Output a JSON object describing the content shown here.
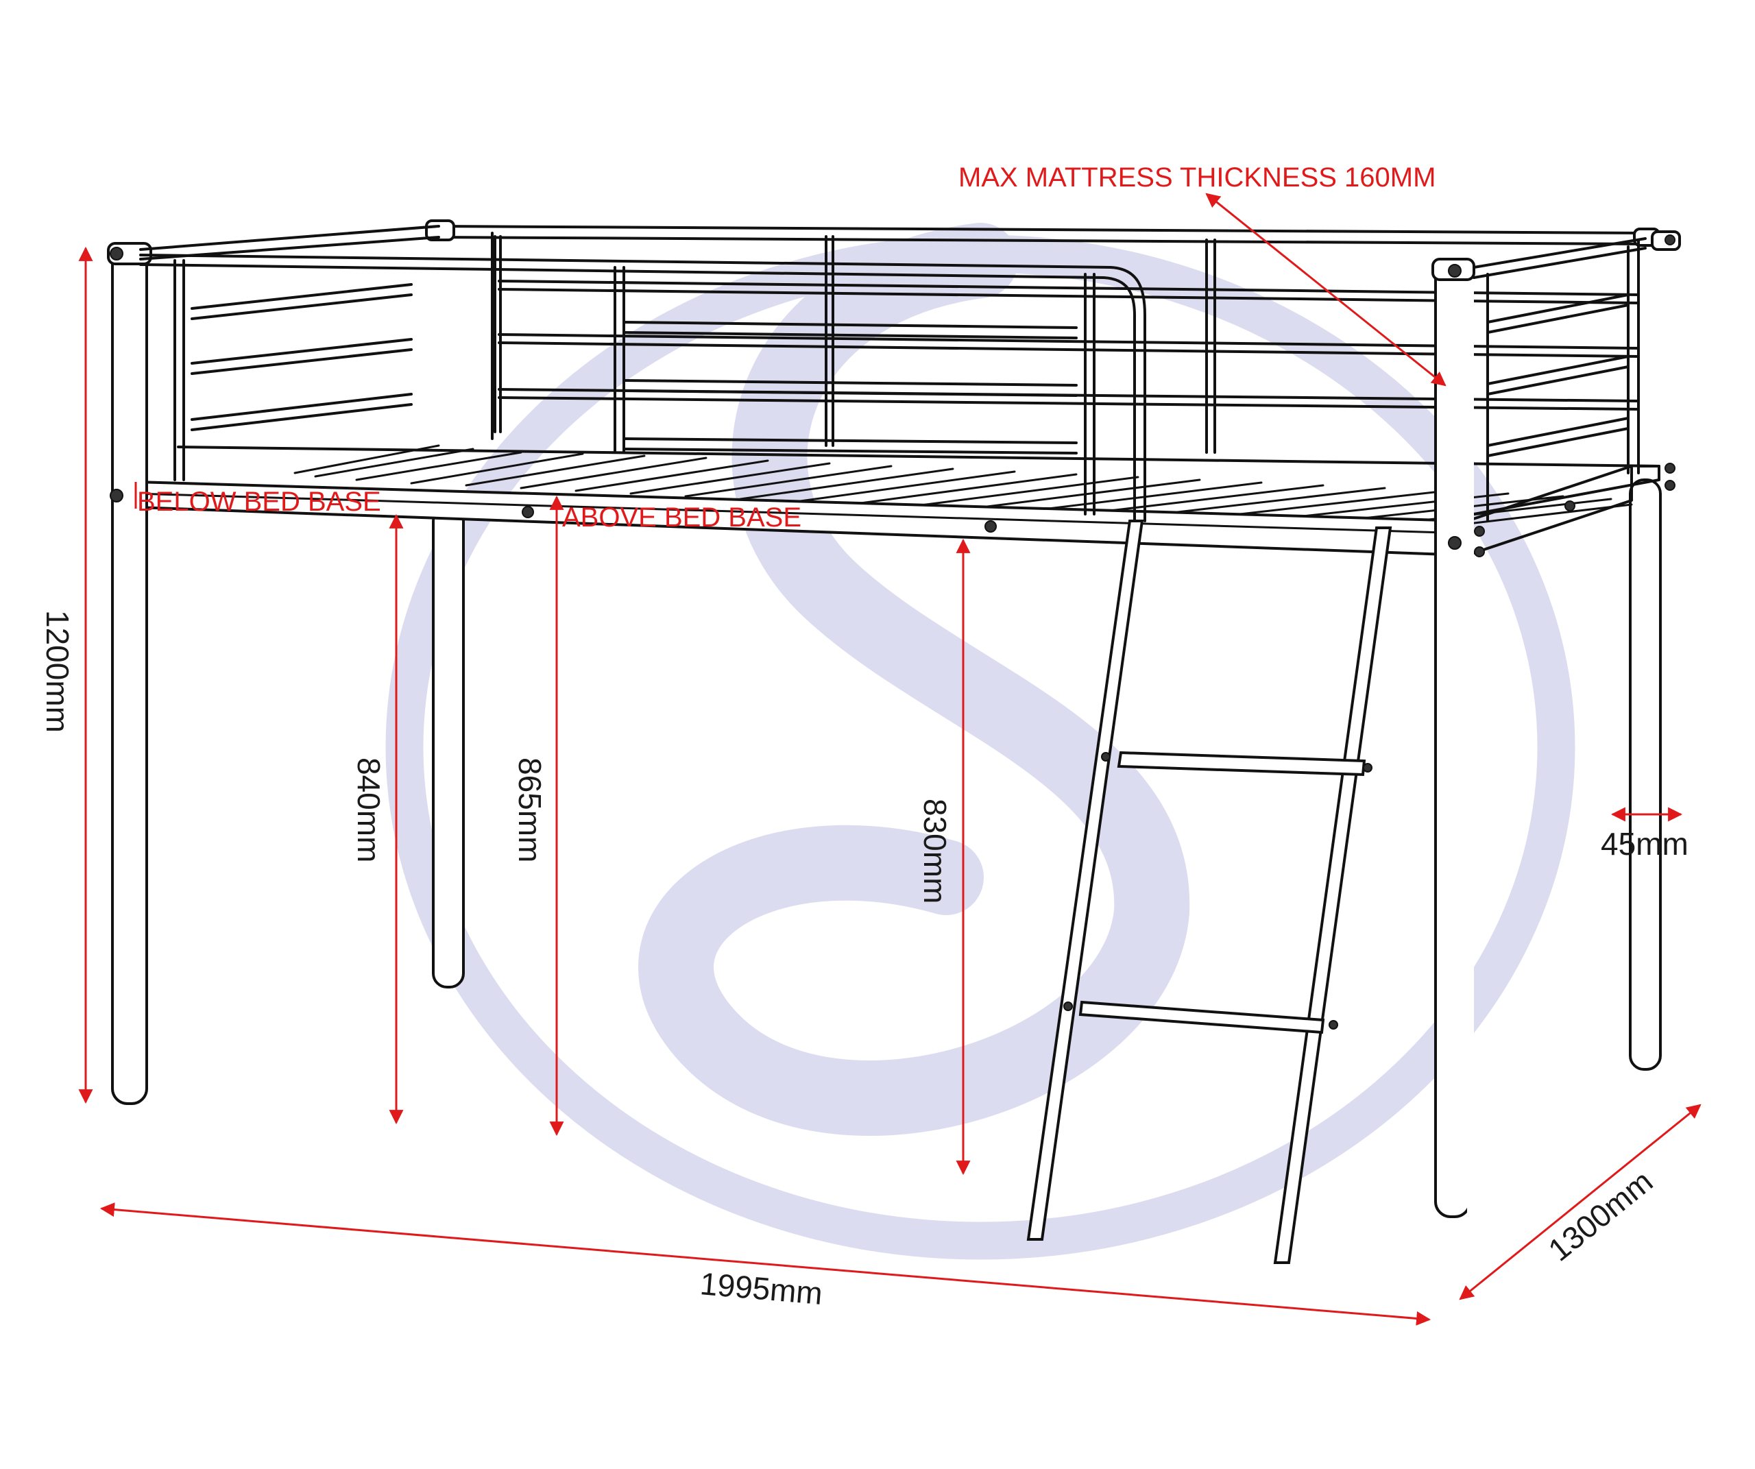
{
  "colors": {
    "dimension_line": "#e01a1a",
    "frame_line": "#111111",
    "watermark": "#dcdcf0",
    "background": "#ffffff"
  },
  "labels": {
    "max_mattress": "MAX MATTRESS THICKNESS 160MM",
    "below_bed_base": "BELOW BED BASE",
    "above_bed_base": "ABOVE BED BASE"
  },
  "dimensions": {
    "overall_height": "1200mm",
    "below_base_height": "840mm",
    "above_base_height": "865mm",
    "under_frame_height": "830mm",
    "leg_width": "45mm",
    "length": "1995mm",
    "width": "1300mm"
  },
  "watermark": {
    "icon": "s-logo-watermark"
  }
}
